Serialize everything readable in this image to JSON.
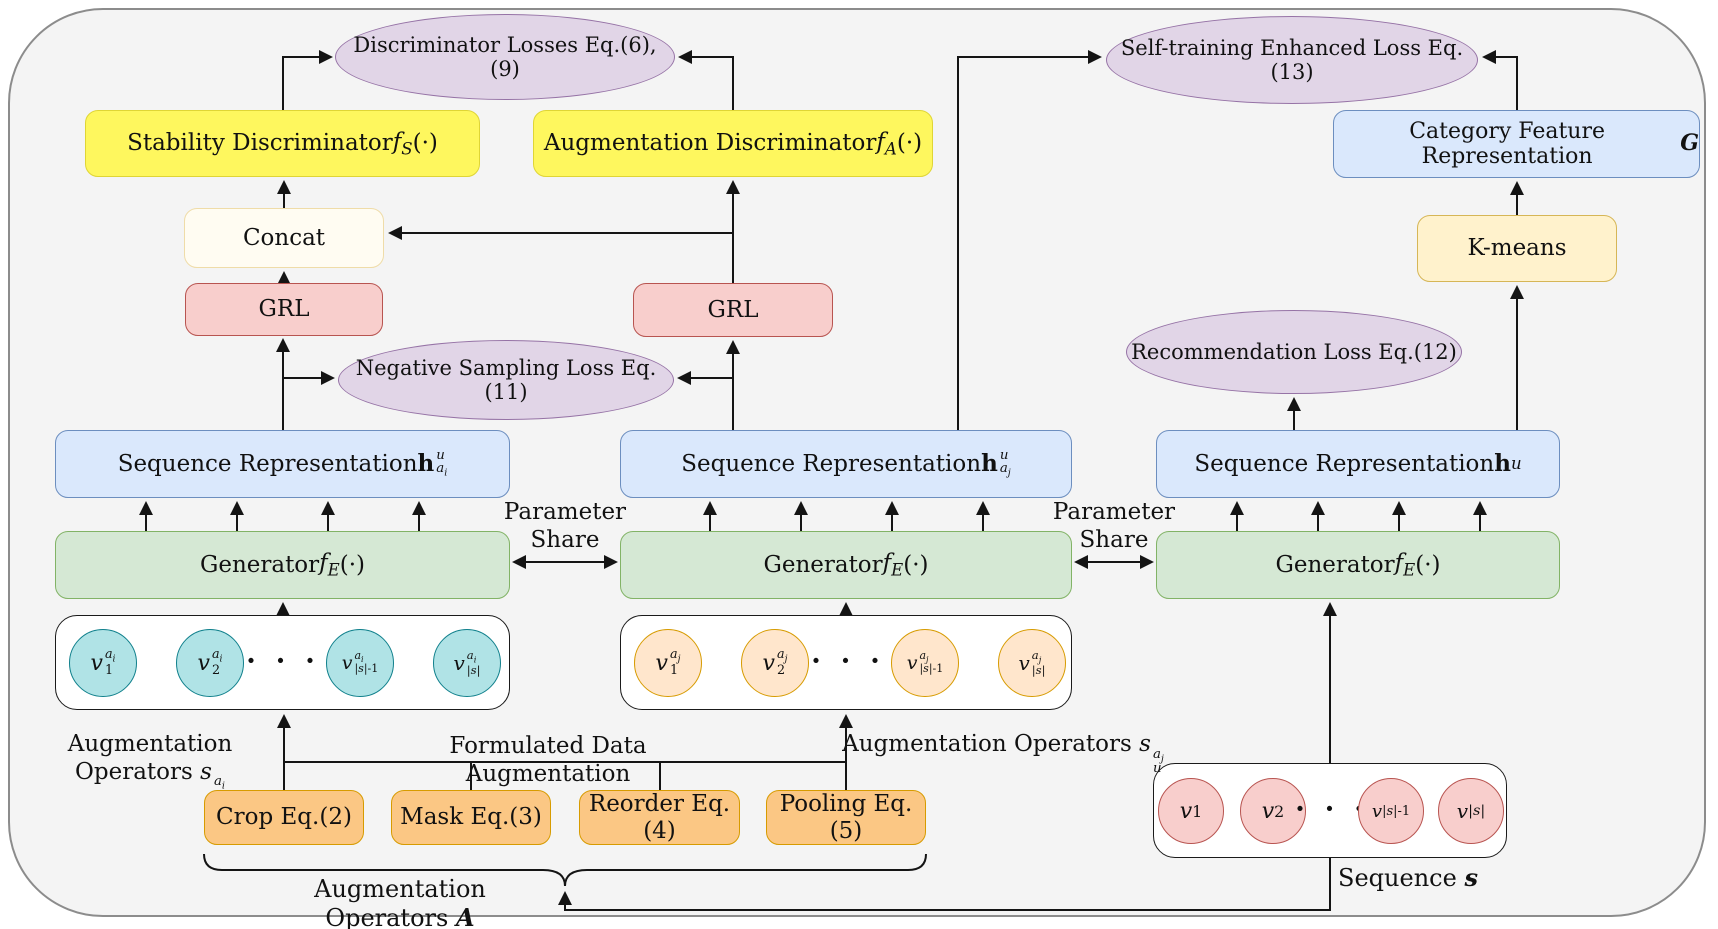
{
  "colors": {
    "frame_fill": "#F4F4F4",
    "frame_stroke": "#8c8c8c",
    "purple_fill": "#E1D5E7",
    "purple_stroke": "#9673A6",
    "yellow_fill": "#FEF75E",
    "yellow_stroke": "#DFD535",
    "cream_fill": "#FFFCF2",
    "cream_stroke": "#EFDCA8",
    "red_fill": "#F8CECC",
    "red_stroke": "#B85450",
    "blue_fill": "#DAE8FC",
    "blue_stroke": "#6C8EBF",
    "green_fill": "#D5E8D4",
    "green_stroke": "#82B366",
    "kmeans_fill": "#FFF2CC",
    "kmeans_stroke": "#D6B656",
    "orange_fill": "#FBC784",
    "orange_stroke": "#D79B00",
    "teal_fill": "#B0E3E6",
    "teal_stroke": "#10808C",
    "peach_fill": "#FFE6CC",
    "peach_stroke": "#D79B00",
    "pink_fill": "#F8CECC",
    "pink_stroke": "#B85450",
    "wire": "#141414"
  },
  "ellipses": {
    "discriminator_losses": "Discriminator  Losses Eq.(6), (9)",
    "self_training_loss": "Self-training Enhanced Loss Eq.(13)",
    "negative_sampling_loss": "Negative Sampling Loss Eq.(11)",
    "recommendation_loss": "Recommendation Loss Eq.(12)"
  },
  "nodes": {
    "stability_discriminator": "Stability Discriminator <i>f<sub>S</sub></i>(&middot;)",
    "augmentation_discriminator": "Augmentation Discriminator <i>f<sub>A</sub></i>(&middot;)",
    "concat": "Concat",
    "grl_left": "GRL",
    "grl_right": "GRL",
    "category_feature_representation": "Category Feature Representation <i><b>G</b></i>",
    "kmeans": "K-means",
    "seq_rep_ai": "Sequence Representation <b>h</b><span class='ss'><span><i>u</i></span><span><i>a<sub>i</sub></i></span></span>",
    "seq_rep_aj": "Sequence Representation <b>h</b><span class='ss'><span><i>u</i></span><span><i>a<sub>j</sub></i></span></span>",
    "seq_rep_u": "Sequence Representation <b>h</b><sup><i>u</i></sup>",
    "generator": "Generator <i>f<sub>E</sub></i>(&middot;)",
    "crop": "Crop Eq.(2)",
    "mask": "Mask Eq.(3)",
    "reorder": "Reorder Eq.(4)",
    "pooling": "Pooling Eq.(5)"
  },
  "labels": {
    "parameter": "Parameter",
    "share": "Share",
    "aug_ops_ai": "Augmentation Operators <i>s</i><span class='ss'><span><i>a<sub>i</sub></i></span><span><i>u</i></span></span>",
    "formulated_data_augmentation": "Formulated Data Augmentation",
    "aug_ops_aj": "Augmentation Operators <i>s</i><span class='ss'><span><i>a<sub>j</sub></i></span><span><i>u</i></span></span>",
    "aug_ops_A": "Augmentation Operators <i><b>A</b></i>",
    "sequence_s": "Sequence <i><b>s</b></i>"
  },
  "sequences": {
    "ai": {
      "c1": "<i>v</i><span class='ss'><span><i>a<sub>i</sub></i></span><span>1</span></span>",
      "c2": "<i>v</i><span class='ss'><span><i>a<sub>i</sub></i></span><span>2</span></span>",
      "c3": "<i>v</i><span class='ss'><span><i>a<sub>i</sub></i></span><span>|<i>s</i>|-1</span></span>",
      "c4": "<i>v</i><span class='ss'><span><i>a<sub>i</sub></i></span><span>|<i>s</i>|</span></span>",
      "dots": "· · ·"
    },
    "aj": {
      "c1": "<i>v</i><span class='ss'><span><i>a<sub>j</sub></i></span><span>1</span></span>",
      "c2": "<i>v</i><span class='ss'><span><i>a<sub>j</sub></i></span><span>2</span></span>",
      "c3": "<i>v</i><span class='ss'><span><i>a<sub>j</sub></i></span><span>|<i>s</i>|-1</span></span>",
      "c4": "<i>v</i><span class='ss'><span><i>a<sub>j</sub></i></span><span>|<i>s</i>|</span></span>",
      "dots": "· · ·"
    },
    "s": {
      "c1": "<i>v</i><sub>1</sub>",
      "c2": "<i>v</i><sub>2</sub>",
      "c3": "<i>v</i><sub>|<i>s</i>|-1</sub>",
      "c4": "<i>v</i><sub>|<i>s</i>|</sub>",
      "dots": "· · ·"
    }
  }
}
